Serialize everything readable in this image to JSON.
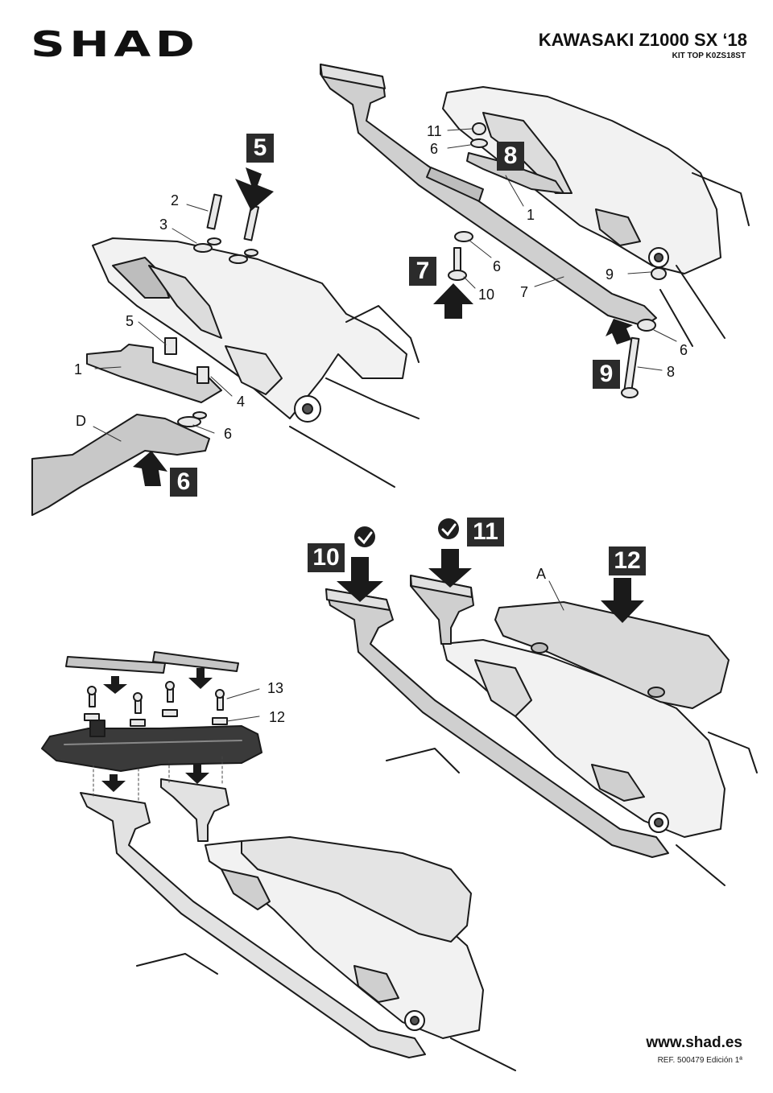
{
  "header": {
    "brand": "SHAD",
    "model": "KAWASAKI Z1000 SX ‘18",
    "kit": "KIT TOP K0ZS18ST"
  },
  "footer": {
    "website": "www.shad.es",
    "reference": "REF. 500479 Edición 1ª"
  },
  "steps": {
    "s5": "5",
    "s6": "6",
    "s7": "7",
    "s8": "8",
    "s9": "9",
    "s10": "10",
    "s11": "11",
    "s12": "12"
  },
  "callouts": {
    "c1a": "1",
    "c2": "2",
    "c3": "3",
    "c4": "4",
    "c5": "5",
    "c6a": "6",
    "cD": "D",
    "c11": "11",
    "c6b": "6",
    "c1b": "1",
    "c6c": "6",
    "c10": "10",
    "c7": "7",
    "c9": "9",
    "c6d": "6",
    "c8": "8",
    "cA": "A",
    "c13": "13",
    "c12": "12"
  }
}
